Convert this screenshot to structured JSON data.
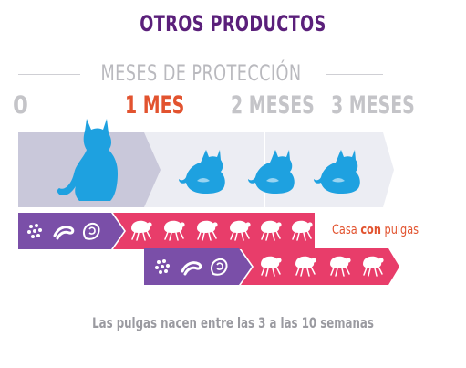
{
  "header": {
    "title": "OTROS PRODUCTOS"
  },
  "timeline": {
    "label": "MESES DE PROTECCIÓN",
    "zero_tick": "0",
    "months": [
      "1 MES",
      "2 MESES",
      "3 MESES"
    ]
  },
  "lifecycle": {
    "stage_icons": [
      "egg-cluster-icon",
      "larva-icon",
      "pupa-icon"
    ],
    "adult_icon": "flea-icon",
    "row1_adult_count": 6,
    "row2_adult_count": 4
  },
  "annotation": {
    "prefix": "Casa ",
    "emphasis": "con",
    "suffix": " pulgas"
  },
  "caption": "Las pulgas nacen entre las 3 a las 10 semanas",
  "colors": {
    "title": "#5a1f7a",
    "subtitle": "#b9b9be",
    "month_active": "#e2532f",
    "month_inactive": "#c4c4c8",
    "cat": "#1ea1e0",
    "band_light": "#ecedf3",
    "band_lavender": "#c9c8da",
    "band_purple": "#7a4fa8",
    "band_pink": "#e83d6a",
    "annotation_text": "#e2532f",
    "caption": "#9a9aa0"
  }
}
